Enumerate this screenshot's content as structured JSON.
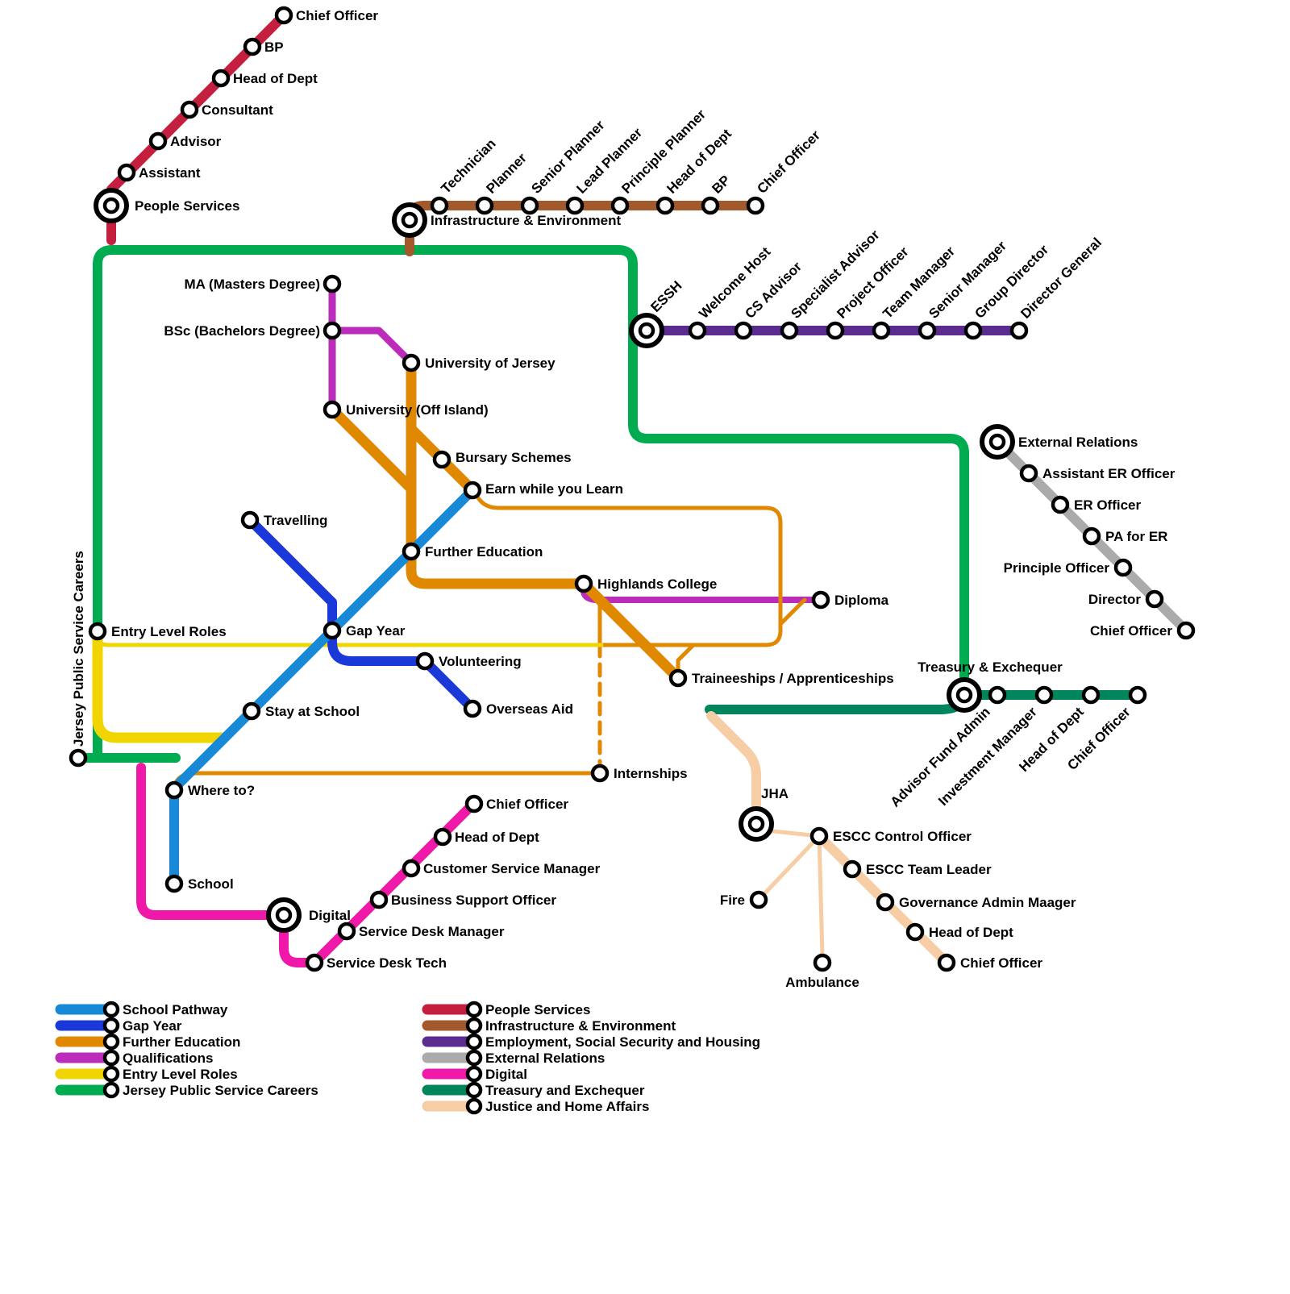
{
  "lines": {
    "school_pathway": {
      "name": "School Pathway",
      "color": "#1789d6"
    },
    "gap_year": {
      "name": "Gap Year",
      "color": "#1b38d8"
    },
    "further_education": {
      "name": "Further Education",
      "color": "#e08900"
    },
    "qualifications": {
      "name": "Qualifications",
      "color": "#bb2cbb"
    },
    "entry_level": {
      "name": "Entry Level Roles",
      "color": "#f0d500"
    },
    "jpsc": {
      "name": "Jersey Public Service Careers",
      "color": "#00ac4f"
    },
    "people_services": {
      "name": "People Services",
      "color": "#c51f3f"
    },
    "infrastructure": {
      "name": "Infrastructure & Environment",
      "color": "#a2592b"
    },
    "essh": {
      "name": "Employment, Social Security and Housing",
      "color": "#5b2c8f"
    },
    "external_relations": {
      "name": "External Relations",
      "color": "#ababab"
    },
    "digital": {
      "name": "Digital",
      "color": "#ef18a8"
    },
    "treasury": {
      "name": "Treasury and Exchequer",
      "color": "#00855c"
    },
    "jha": {
      "name": "Justice and Home Affairs",
      "color": "#f6cda4"
    }
  },
  "stations": {
    "ps_hub": "People Services",
    "ps_assistant": "Assistant",
    "ps_advisor": "Advisor",
    "ps_consultant": "Consultant",
    "ps_head_of_dept": "Head of Dept",
    "ps_bp": "BP",
    "ps_chief_officer": "Chief Officer",
    "ie_hub": "Infrastructure & Environment",
    "ie_technician": "Technician",
    "ie_planner": "Planner",
    "ie_senior_planner": "Senior Planner",
    "ie_lead_planner": "Lead Planner",
    "ie_principle_planner": "Principle Planner",
    "ie_head_of_dept": "Head of Dept",
    "ie_bp": "BP",
    "ie_chief_officer": "Chief Officer",
    "essh_hub": "ESSH",
    "essh_welcome_host": "Welcome Host",
    "essh_cs_advisor": "CS Advisor",
    "essh_specialist_advisor": "Specialist Advisor",
    "essh_project_officer": "Project Officer",
    "essh_team_manager": "Team Manager",
    "essh_senior_manager": "Senior Manager",
    "essh_group_director": "Group Director",
    "essh_director_general": "Director General",
    "er_hub": "External Relations",
    "er_assistant": "Assistant ER Officer",
    "er_officer": "ER Officer",
    "er_pa": "PA for ER",
    "er_principle_officer": "Principle Officer",
    "er_director": "Director",
    "er_chief_officer": "Chief Officer",
    "tx_hub": "Treasury & Exchequer",
    "tx_advisor_fund_admin": "Advisor Fund Admin",
    "tx_investment_manager": "Investment Manager",
    "tx_head_of_dept": "Head of Dept",
    "tx_chief_officer": "Chief Officer",
    "dg_hub": "Digital",
    "dg_service_desk_tech": "Service Desk Tech",
    "dg_service_desk_manager": "Service Desk Manager",
    "dg_business_support_officer": "Business Support Officer",
    "dg_customer_service_manager": "Customer Service Manager",
    "dg_head_of_dept": "Head of Dept",
    "dg_chief_officer": "Chief Officer",
    "jha_hub": "JHA",
    "jha_escc_control_officer": "ESCC Control Officer",
    "jha_escc_team_leader": "ESCC Team Leader",
    "jha_governance": "Governance Admin Maager",
    "jha_head_of_dept": "Head of Dept",
    "jha_chief_officer": "Chief Officer",
    "jha_fire": "Fire",
    "jha_ambulance": "Ambulance",
    "sp_school": "School",
    "sp_where_to": "Where to?",
    "sp_stay_at_school": "Stay at School",
    "sp_gap_year": "Gap Year",
    "sp_further_education": "Further Education",
    "sp_earn_while_you_learn": "Earn while you Learn",
    "gy_travelling": "Travelling",
    "gy_volunteering": "Volunteering",
    "gy_overseas_aid": "Overseas Aid",
    "fe_university_of_jersey": "University of Jersey",
    "fe_university_off_island": "University (Off Island)",
    "fe_bursary_schemes": "Bursary Schemes",
    "fe_highlands_college": "Highlands College",
    "fe_traineeships": "Traineeships / Apprenticeships",
    "fe_internships": "Internships",
    "q_ma": "MA (Masters Degree)",
    "q_bsc": "BSc (Bachelors Degree)",
    "q_diploma": "Diploma",
    "el_entry_level_roles": "Entry Level Roles",
    "jpsc_terminus": "Jersey Public Service Careers"
  }
}
